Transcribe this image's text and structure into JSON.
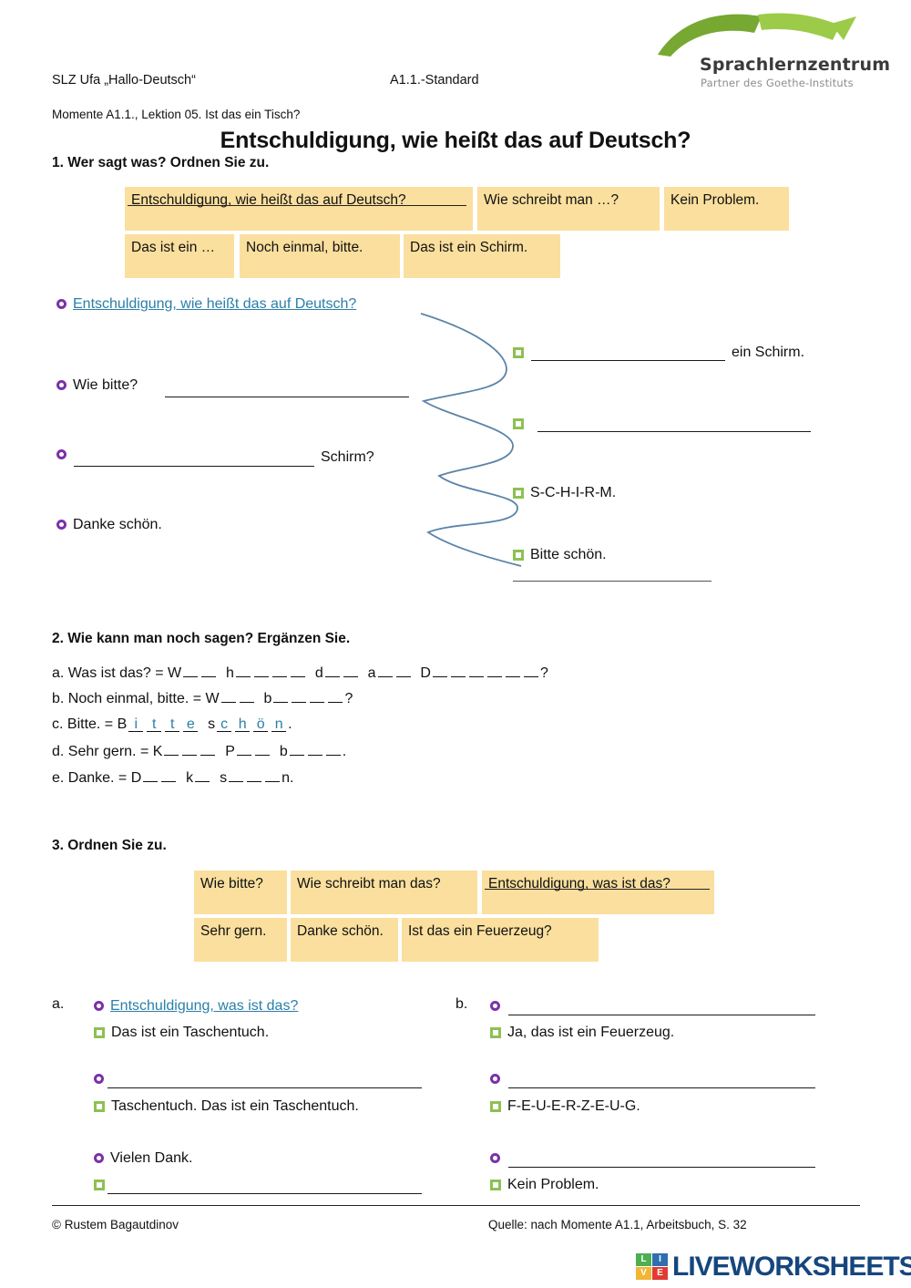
{
  "header": {
    "left": "SLZ Ufa „Hallo-Deutsch“",
    "middle": "A1.1.-Standard",
    "sub": "Momente A1.1., Lektion 05. Ist das ein Tisch?",
    "title": "Entschuldigung, wie heißt das auf Deutsch?"
  },
  "logo": {
    "name": "Sprachlernzentrum",
    "subtitle": "Partner des Goethe-Instituts",
    "green_dark": "#76a832",
    "green_light": "#9ccb4a"
  },
  "colors": {
    "chip_bg": "#fadf9e",
    "bullet_purple": "#7b31a8",
    "bullet_green": "#8cc152",
    "answer_blue": "#2a7fa8",
    "link_line": "#5б84a8"
  },
  "ex1": {
    "heading": "1. Wer sagt was? Ordnen Sie zu.",
    "chips_row1": [
      {
        "text": "Entschuldigung, wie heißt das auf Deutsch?",
        "used": true
      },
      {
        "text": "Wie schreibt man …?",
        "used": false
      },
      {
        "text": "Kein Problem.",
        "used": false
      }
    ],
    "chips_row2": [
      {
        "text": "Das ist ein …",
        "used": false
      },
      {
        "text": "Noch einmal, bitte.",
        "used": false
      },
      {
        "text": "Das ist ein Schirm.",
        "used": false
      }
    ],
    "left_items": [
      {
        "answer": "Entschuldigung, wie heißt das auf Deutsch?",
        "blank": false
      },
      {
        "prefix": "Wie bitte?",
        "blank": true
      },
      {
        "prefix": "",
        "suffix": "Schirm?",
        "blank": true
      },
      {
        "text": "Danke schön.",
        "blank": false
      }
    ],
    "right_items": [
      {
        "suffix": "ein Schirm.",
        "blank": true
      },
      {
        "text": "",
        "blank": true
      },
      {
        "text": "S-C-H-I-R-M.",
        "blank": false
      },
      {
        "text": "Bitte schön.",
        "blank": false,
        "extra_rule": true
      }
    ]
  },
  "ex2": {
    "heading": "2. Wie kann man noch sagen? Ergänzen Sie.",
    "items": [
      {
        "label": "a.",
        "prompt": "Was ist das? = ",
        "tokens": [
          {
            "letter": "W",
            "gaps": 2
          },
          {
            "letter": "h",
            "gaps": 4
          },
          {
            "letter": "d",
            "gaps": 2
          },
          {
            "letter": "a",
            "gaps": 2
          },
          {
            "letter": "D",
            "gaps": 6
          }
        ],
        "end": "?"
      },
      {
        "label": "b.",
        "prompt": "Noch einmal, bitte. = ",
        "tokens": [
          {
            "letter": "W",
            "gaps": 2
          },
          {
            "letter": "b",
            "gaps": 4
          }
        ],
        "end": "?"
      },
      {
        "label": "c.",
        "prompt": "Bitte. = ",
        "tokens": [
          {
            "letter": "B",
            "filled": [
              "i",
              "t",
              "t",
              "e"
            ]
          },
          {
            "letter": "s",
            "filled": [
              "c",
              "h",
              "ö",
              "n"
            ]
          }
        ],
        "end": "."
      },
      {
        "label": "d.",
        "prompt": "Sehr gern. = ",
        "tokens": [
          {
            "letter": "K",
            "gaps": 3
          },
          {
            "letter": "P",
            "gaps": 2
          },
          {
            "letter": "b",
            "gaps": 3
          }
        ],
        "end": "."
      },
      {
        "label": "e.",
        "prompt": "Danke. = ",
        "tokens": [
          {
            "letter": "D",
            "gaps": 2
          },
          {
            "letter": "k",
            "gaps": 1
          },
          {
            "letter": "s",
            "gaps": 3
          }
        ],
        "end": "n."
      }
    ]
  },
  "ex3": {
    "heading": "3. Ordnen Sie zu.",
    "chips_row1": [
      {
        "text": "Wie bitte?",
        "used": false
      },
      {
        "text": "Wie schreibt man das?",
        "used": false
      },
      {
        "text": "Entschuldigung, was ist das?",
        "used": true
      }
    ],
    "chips_row2": [
      {
        "text": "Sehr gern.",
        "used": false
      },
      {
        "text": "Danke schön.",
        "used": false
      },
      {
        "text": "Ist das ein Feuerzeug?",
        "used": false
      }
    ],
    "col_a": {
      "label": "a.",
      "lines": [
        {
          "bullet": "o",
          "text": "Entschuldigung, was ist das?",
          "answer": true
        },
        {
          "bullet": "sq",
          "text": "Das ist ein Taschentuch."
        },
        {
          "bullet": "o",
          "text": "",
          "blank": true
        },
        {
          "bullet": "sq",
          "text": "Taschentuch. Das ist ein Taschentuch."
        },
        {
          "bullet": "o",
          "text": "Vielen Dank."
        },
        {
          "bullet": "sq",
          "text": "",
          "blank": true
        }
      ]
    },
    "col_b": {
      "label": "b.",
      "lines": [
        {
          "bullet": "o",
          "text": "",
          "blank": true
        },
        {
          "bullet": "sq",
          "text": "Ja, das ist ein Feuerzeug."
        },
        {
          "bullet": "o",
          "text": "",
          "blank": true
        },
        {
          "bullet": "sq",
          "text": "F-E-U-E-R-Z-E-U-G."
        },
        {
          "bullet": "o",
          "text": "",
          "blank": true
        },
        {
          "bullet": "sq",
          "text": "Kein Problem."
        }
      ]
    }
  },
  "footer": {
    "left": "© Rustem Bagautdinov",
    "right": "Quelle: nach Momente A1.1, Arbeitsbuch, S. 32",
    "brand": "LIVEWORKSHEETS",
    "tiles": [
      "L",
      "I",
      "V",
      "E"
    ]
  }
}
